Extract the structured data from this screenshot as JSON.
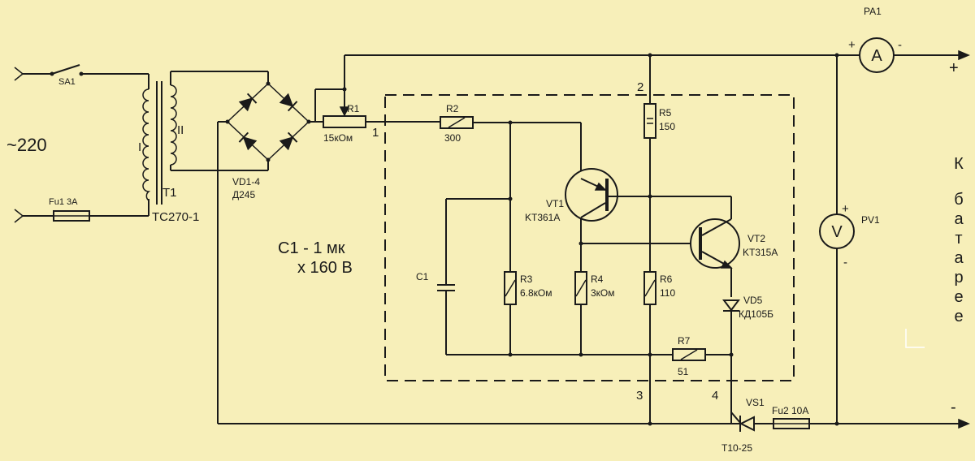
{
  "mains": {
    "voltage": "~220"
  },
  "switch": {
    "ref": "SA1"
  },
  "fuse1": {
    "ref": "Fu1 3A"
  },
  "transformer": {
    "ref": "T1",
    "model": "TC270-1",
    "primary": "I",
    "secondary": "II"
  },
  "bridge": {
    "ref": "VD1-4",
    "model": "Д245"
  },
  "r1": {
    "ref": "R1",
    "value": "15кОм"
  },
  "r2": {
    "ref": "R2",
    "value": "300"
  },
  "r3": {
    "ref": "R3",
    "value": "6.8кОм"
  },
  "r4": {
    "ref": "R4",
    "value": "3кОм"
  },
  "r5": {
    "ref": "R5",
    "value": "150"
  },
  "r6": {
    "ref": "R6",
    "value": "110"
  },
  "r7": {
    "ref": "R7",
    "value": "51"
  },
  "c1": {
    "ref": "C1",
    "note_line1": "C1 - 1 мк",
    "note_line2": "x 160 В"
  },
  "vt1": {
    "ref": "VT1",
    "model": "KT361A"
  },
  "vt2": {
    "ref": "VT2",
    "model": "KT315A"
  },
  "vd5": {
    "ref": "VD5",
    "model": "КД105Б"
  },
  "vs1": {
    "ref": "VS1",
    "model": "T10-25"
  },
  "fuse2": {
    "ref": "Fu2  10A"
  },
  "ammeter": {
    "ref": "PA1",
    "symbol": "A",
    "plus": "+",
    "minus": "-"
  },
  "voltmeter": {
    "ref": "PV1",
    "symbol": "V",
    "plus": "+",
    "minus": "-"
  },
  "nodes": {
    "n1": "1",
    "n2": "2",
    "n3": "3",
    "n4": "4"
  },
  "output": {
    "plus": "+",
    "minus": "-",
    "caption_letters": [
      "К",
      "б",
      "а",
      "т",
      "а",
      "р",
      "е",
      "е"
    ]
  }
}
